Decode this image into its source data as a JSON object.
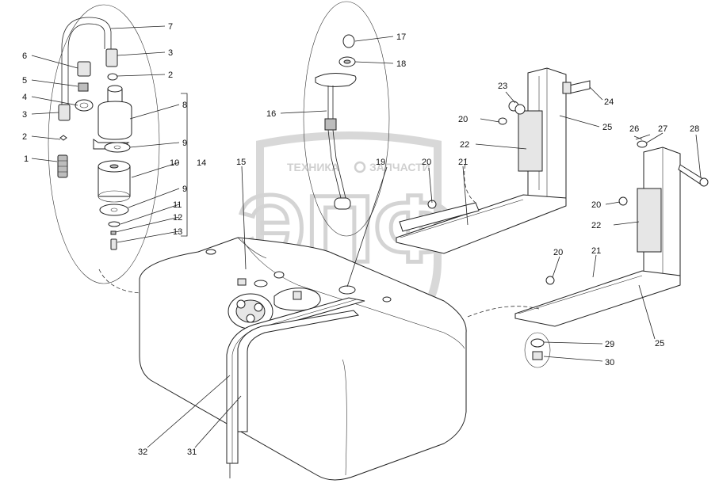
{
  "watermark": {
    "text_left": "ТЕХНИКА",
    "text_right": "ЗАПЧАСТИ",
    "logo": "ЭПФ",
    "gear_icon": "gear-icon"
  },
  "callouts": [
    "1",
    "2",
    "3",
    "4",
    "5",
    "6",
    "7",
    "3",
    "2",
    "8",
    "9",
    "10",
    "9",
    "11",
    "12",
    "13",
    "14",
    "15",
    "16",
    "17",
    "18",
    "19",
    "20",
    "21",
    "22",
    "23",
    "20",
    "24",
    "25",
    "26",
    "27",
    "28",
    "20",
    "22",
    "20",
    "21",
    "25",
    "29",
    "30",
    "32",
    "31"
  ]
}
